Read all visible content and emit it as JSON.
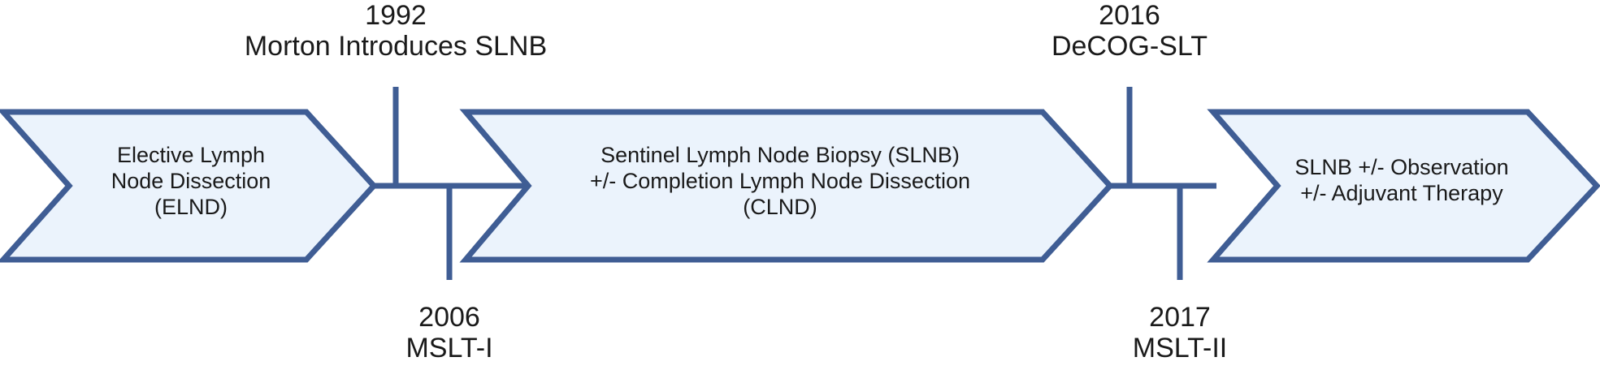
{
  "colors": {
    "stroke": "#3f5d94",
    "fill": "#ebf3fc",
    "text": "#1a1a1a"
  },
  "stages": [
    {
      "id": "elnd",
      "lines": [
        "Elective Lymph",
        "Node Dissection",
        "(ELND)"
      ]
    },
    {
      "id": "slnb",
      "lines": [
        "Sentinel Lymph Node Biopsy (SLNB)",
        "+/- Completion Lymph Node Dissection",
        "(CLND)"
      ]
    },
    {
      "id": "adjuvant",
      "lines": [
        "SLNB +/- Observation",
        "+/- Adjuvant Therapy"
      ]
    }
  ],
  "events": [
    {
      "id": "morton",
      "year": "1992",
      "label": "Morton Introduces SLNB",
      "side": "top"
    },
    {
      "id": "mslt1",
      "year": "2006",
      "label": "MSLT-I",
      "side": "bottom"
    },
    {
      "id": "decog",
      "year": "2016",
      "label": "DeCOG-SLT",
      "side": "top"
    },
    {
      "id": "mslt2",
      "year": "2017",
      "label": "MSLT-II",
      "side": "bottom"
    }
  ]
}
